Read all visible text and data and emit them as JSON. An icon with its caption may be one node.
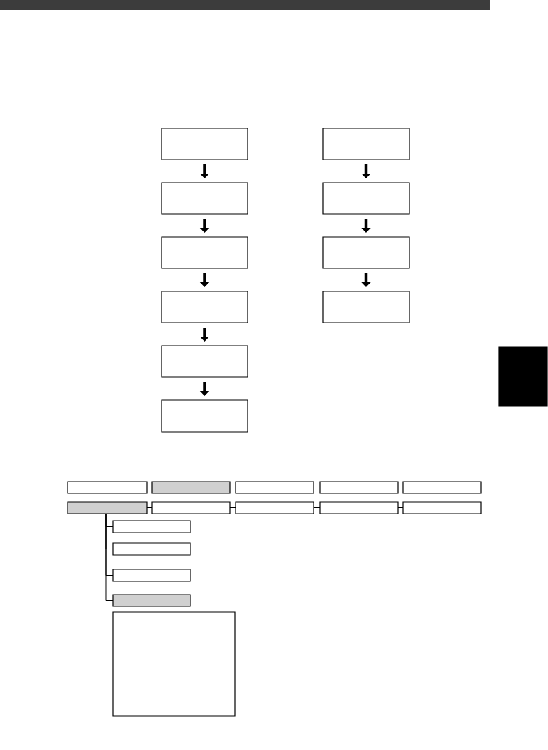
{
  "diagram": {
    "nodes": [
      {
        "text": [],
        "shape": "box"
      },
      {
        "text": [],
        "shape": "box"
      },
      {
        "text": [],
        "shape": "box"
      },
      {
        "text": [],
        "shape": "box"
      },
      {
        "text": [],
        "shape": "box"
      },
      {
        "text": [],
        "shape": "box"
      },
      {
        "text": [],
        "shape": "box"
      },
      {
        "text": [],
        "shape": "box"
      },
      {
        "text": [],
        "shape": "box"
      },
      {
        "text": [],
        "shape": "box"
      },
      {
        "text": [],
        "shape": "box"
      },
      {
        "text": [],
        "shape": "box"
      },
      {
        "text": [],
        "shape": "box"
      },
      {
        "text": [],
        "shape": "box"
      },
      {
        "text": [],
        "shape": "box"
      },
      {
        "text": [],
        "shape": "box"
      },
      {
        "text": [],
        "shape": "box"
      },
      {
        "text": [],
        "shape": "box"
      },
      {
        "text": [],
        "shape": "box"
      },
      {
        "text": [],
        "shape": "box"
      },
      {
        "text": [],
        "shape": "box"
      },
      {
        "text": [],
        "shape": "box"
      },
      {
        "text": [],
        "shape": "box"
      },
      {
        "text": [],
        "shape": "box"
      },
      {
        "text": [],
        "shape": "box"
      },
      {
        "text": [],
        "shape": "bar"
      }
    ],
    "edges": [
      {
        "from": 0,
        "to": 1,
        "arrow": "to",
        "style": "thick"
      },
      {
        "from": 1,
        "to": 2,
        "arrow": "to",
        "style": "thick"
      },
      {
        "from": 2,
        "to": 3,
        "arrow": "to",
        "style": "thick"
      },
      {
        "from": 3,
        "to": 4,
        "arrow": "to",
        "style": "thick"
      },
      {
        "from": 4,
        "to": 5,
        "arrow": "to",
        "style": "thick"
      },
      {
        "from": 6,
        "to": 7,
        "arrow": "to",
        "style": "thick"
      },
      {
        "from": 7,
        "to": 8,
        "arrow": "to",
        "style": "thick"
      },
      {
        "from": 8,
        "to": 9,
        "arrow": "to",
        "style": "thick"
      },
      {
        "from": 15,
        "to": 16,
        "arrow": "none"
      },
      {
        "from": 16,
        "to": 17,
        "arrow": "none"
      },
      {
        "from": 17,
        "to": 18,
        "arrow": "none"
      },
      {
        "from": 18,
        "to": 19,
        "arrow": "none"
      },
      {
        "from": 15,
        "to": 20,
        "arrow": "none"
      },
      {
        "from": 15,
        "to": 21,
        "arrow": "none"
      },
      {
        "from": 15,
        "to": 22,
        "arrow": "none"
      },
      {
        "from": 15,
        "to": 23,
        "arrow": "none"
      }
    ]
  }
}
